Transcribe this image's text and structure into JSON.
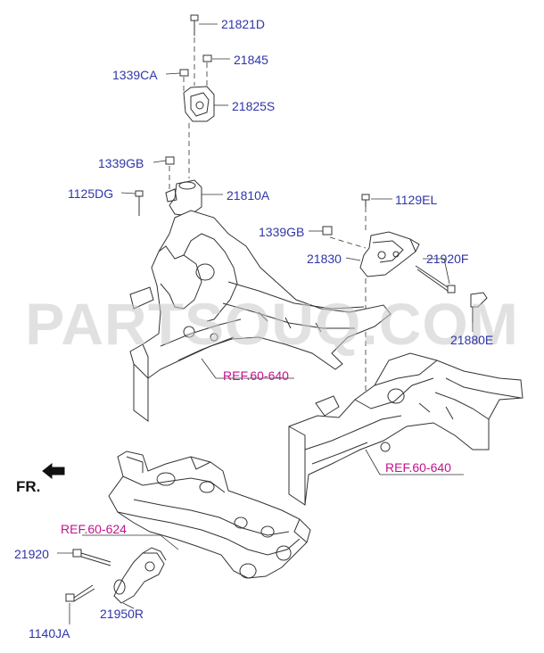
{
  "watermark": "PARTSOUQ.COM",
  "direction_label": "FR.",
  "parts": {
    "p21821D": "21821D",
    "p21845": "21845",
    "p1339CA": "1339CA",
    "p21825S": "21825S",
    "p1339GB_top": "1339GB",
    "p1125DG": "1125DG",
    "p21810A": "21810A",
    "p1129EL": "1129EL",
    "p1339GB_mid": "1339GB",
    "p21830": "21830",
    "p21920F": "21920F",
    "p21880E": "21880E",
    "p21920": "21920",
    "p1140JA": "1140JA",
    "p21950R": "21950R"
  },
  "refs": {
    "ref_left_frame": "REF.60-640",
    "ref_right_frame": "REF.60-640",
    "ref_subframe": "REF.60-624"
  },
  "colors": {
    "part_label": "#2f35a8",
    "ref_label": "#c0148c",
    "line": "#333333"
  }
}
